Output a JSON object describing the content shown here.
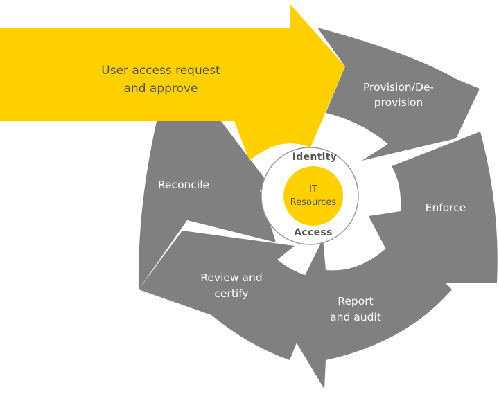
{
  "request": {
    "line1": "User access request",
    "line2": "and approve"
  },
  "steps": {
    "provision": {
      "line1": "Provision/De-",
      "line2": "provision"
    },
    "enforce": {
      "line1": "Enforce"
    },
    "report": {
      "line1": "Report",
      "line2": "and audit"
    },
    "review": {
      "line1": "Review and",
      "line2": "certify"
    },
    "reconcile": {
      "line1": "Reconcile"
    }
  },
  "hub": {
    "top": "Identity",
    "bottom": "Access",
    "core_line1": "IT",
    "core_line2": "Resources"
  },
  "colors": {
    "yellow": "#FFD000",
    "gray": "#808080",
    "ring_border": "#9a9a9a",
    "text_dark": "#555555",
    "text_light": "#ffffff"
  }
}
